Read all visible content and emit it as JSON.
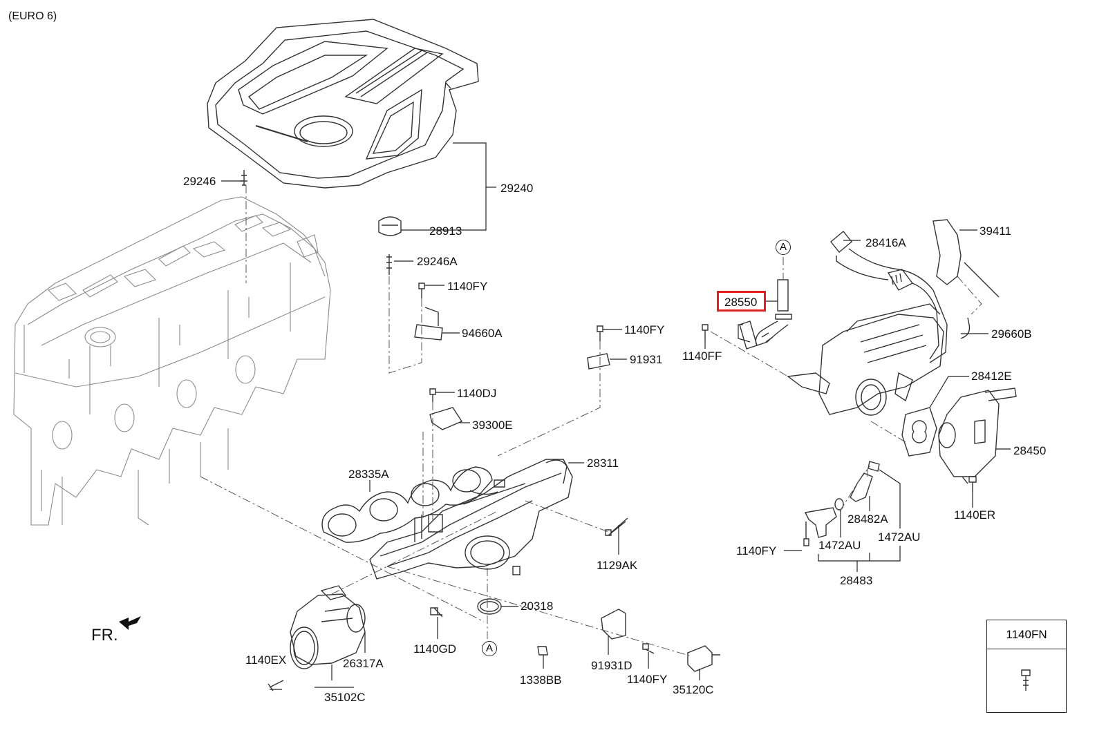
{
  "header": {
    "variant": "(EURO 6)"
  },
  "front_label": "FR.",
  "callouts": {
    "a_top": "A",
    "a_bottom": "A"
  },
  "legend": {
    "part": "1140FN"
  },
  "highlight_color": "#e02020",
  "parts": {
    "p29246": "29246",
    "p29240": "29240",
    "p28913": "28913",
    "p29246A": "29246A",
    "p1140FY_a": "1140FY",
    "p94660A": "94660A",
    "p1140FY_b": "1140FY",
    "p91931": "91931",
    "p1140DJ": "1140DJ",
    "p39300E": "39300E",
    "p28335A": "28335A",
    "p28311": "28311",
    "p1129AK": "1129AK",
    "p20318": "20318",
    "p1140GD": "1140GD",
    "p1338BB": "1338BB",
    "p91931D": "91931D",
    "p1140FY_c": "1140FY",
    "p35120C": "35120C",
    "p1140EX": "1140EX",
    "p26317A": "26317A",
    "p35102C": "35102C",
    "p28416A": "28416A",
    "p39411": "39411",
    "p28550": "28550",
    "p1140FF": "1140FF",
    "p29660B": "29660B",
    "p28412E": "28412E",
    "p28450": "28450",
    "p1140ER": "1140ER",
    "p28482A": "28482A",
    "p1472AU_a": "1472AU",
    "p1472AU_b": "1472AU",
    "p1140FY_d": "1140FY",
    "p28483": "28483"
  }
}
